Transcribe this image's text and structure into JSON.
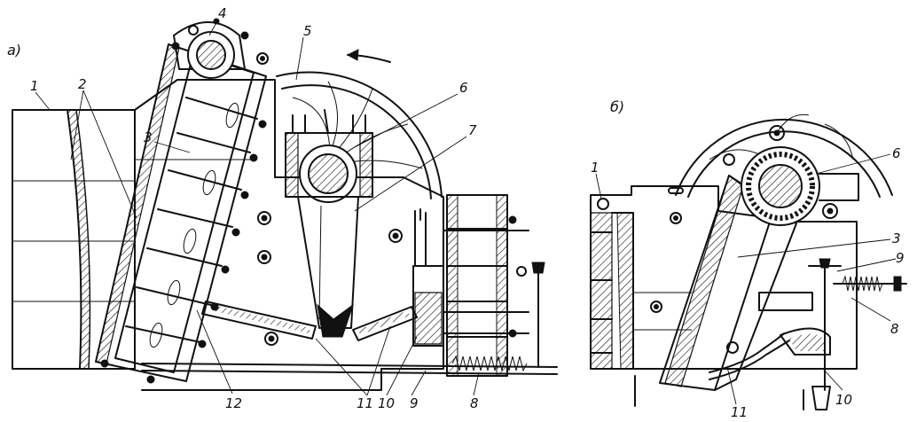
{
  "figure_a": {
    "title": "а)",
    "labels": [
      "1",
      "2",
      "3",
      "4",
      "5",
      "6",
      "7",
      "8",
      "9",
      "10",
      "11",
      "12"
    ]
  },
  "figure_b": {
    "title": "б)",
    "labels": [
      "1",
      "3",
      "6",
      "8",
      "9",
      "10",
      "11"
    ]
  }
}
